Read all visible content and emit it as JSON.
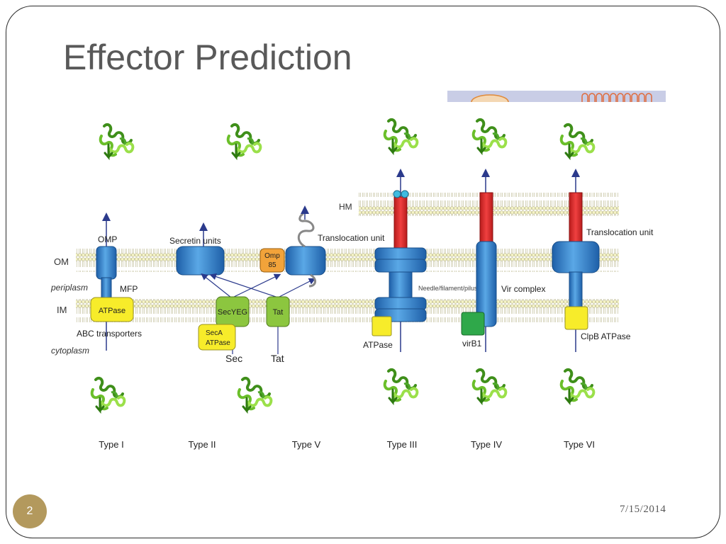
{
  "slide": {
    "title": "Effector Prediction",
    "number": "2",
    "date": "7/15/2014"
  },
  "diagram": {
    "membranes": {
      "hm": "HM",
      "om": "OM",
      "periplasm": "periplasm",
      "im": "IM",
      "cytoplasm": "cytoplasm"
    },
    "labels": {
      "omp": "OMP",
      "mfp": "MFP",
      "atpase_type1": "ATPase",
      "abc_transporters": "ABC transporters",
      "secretin_units": "Secretin units",
      "secyeg": "SecYEG",
      "seca_line1": "SecA",
      "seca_line2": "ATPase",
      "tat_box": "Tat",
      "sec_path": "Sec",
      "tat_path": "Tat",
      "omp85_line1": "Omp",
      "omp85_line2": "85",
      "translocation_unit_v": "Translocation unit",
      "needle": "Needle/filament/pilus",
      "atpase_type3": "ATPase",
      "vir_complex": "Vir complex",
      "virb1": "virB1",
      "translocation_unit_vi": "Translocation unit",
      "clpb_atpase": "ClpB ATPase"
    },
    "system_types": [
      "Type I",
      "Type II",
      "Type V",
      "Type III",
      "Type IV",
      "Type VI"
    ],
    "effector_icon": "protein-ribbon-icon"
  },
  "colors": {
    "accent_gold": "#b3995d",
    "title_gray": "#595959",
    "channel_blue": "#2f7fc4",
    "needle_red": "#e02a2a",
    "atpase_yellow": "#f7ec2a",
    "sec_green": "#8cc63f",
    "virb1_green": "#2fa84a",
    "omp85_orange": "#f2a33a",
    "arrow_navy": "#2b3a8c"
  }
}
